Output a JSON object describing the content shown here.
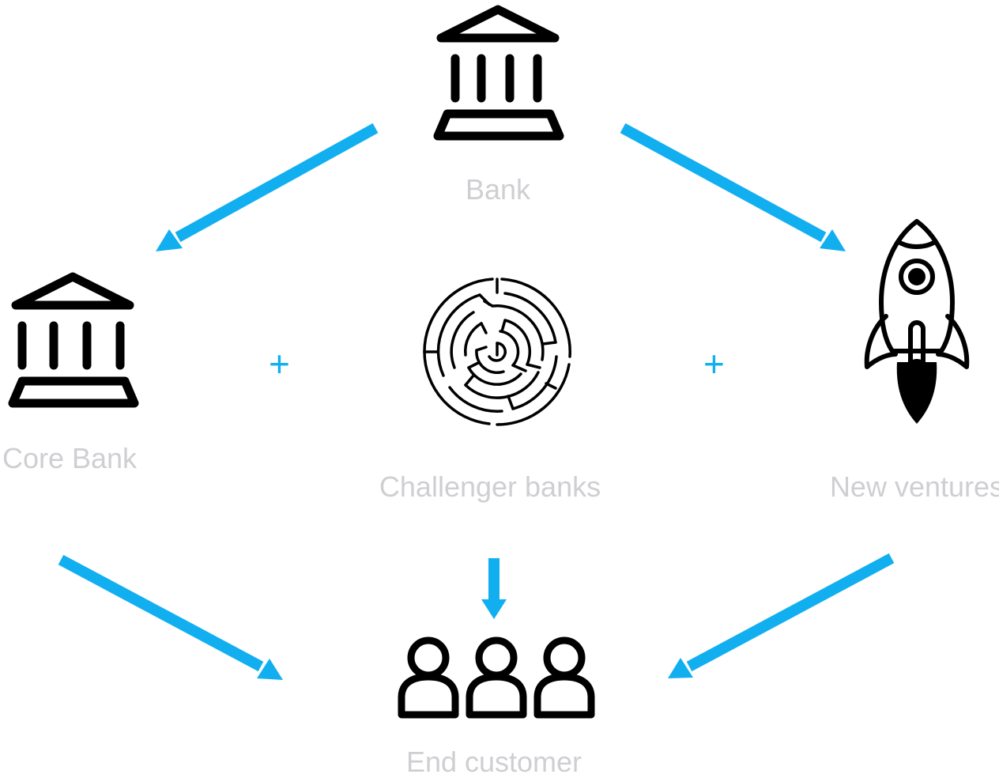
{
  "nodes": {
    "bank": {
      "label": "Bank",
      "icon": "bank-icon"
    },
    "core_bank": {
      "label": "Core Bank",
      "icon": "bank-icon"
    },
    "challenger": {
      "label": "Challenger banks",
      "icon": "maze-icon"
    },
    "ventures": {
      "label": "New ventures",
      "icon": "rocket-icon"
    },
    "customer": {
      "label": "End customer",
      "icon": "users-icon"
    }
  },
  "operators": {
    "plus": "+"
  },
  "colors": {
    "arrow": "#11aff0",
    "label": "#cfcfd3",
    "icon": "#000000"
  }
}
